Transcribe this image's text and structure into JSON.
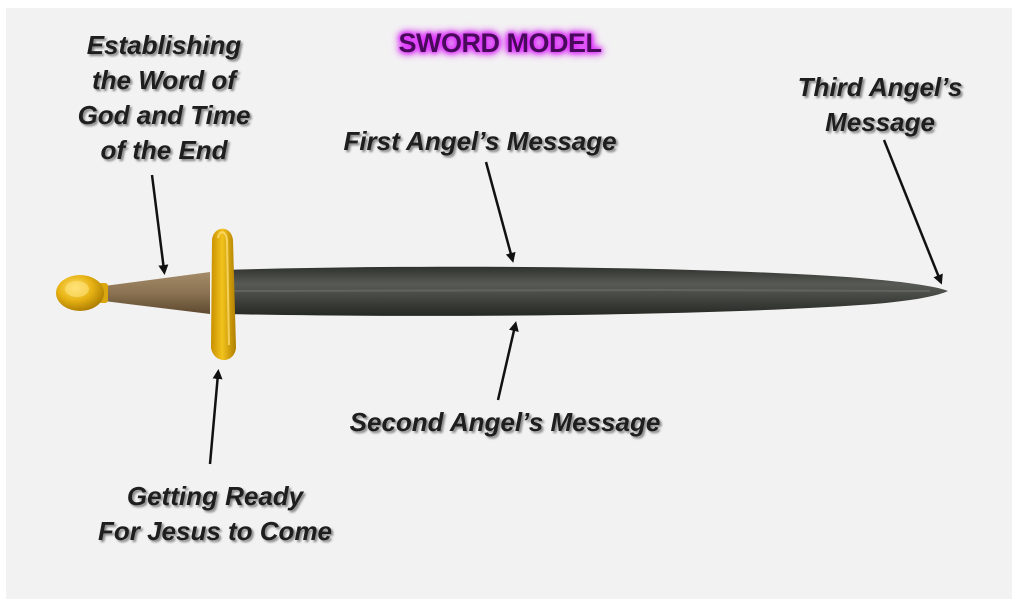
{
  "title": "SWORD MODEL",
  "labels": {
    "establishing": "Establishing\nthe Word of\nGod and Time\nof the End",
    "first_angel": "First Angel’s Message",
    "third_angel": "Third Angel’s\nMessage",
    "second_angel": "Second Angel’s Message",
    "getting_ready": "Getting Ready\nFor Jesus to Come"
  },
  "colors": {
    "title_glow": "#e030ff",
    "blade": "#3c3e3a",
    "hilt_gold": "#e8b414",
    "grip": "#8a7252"
  }
}
